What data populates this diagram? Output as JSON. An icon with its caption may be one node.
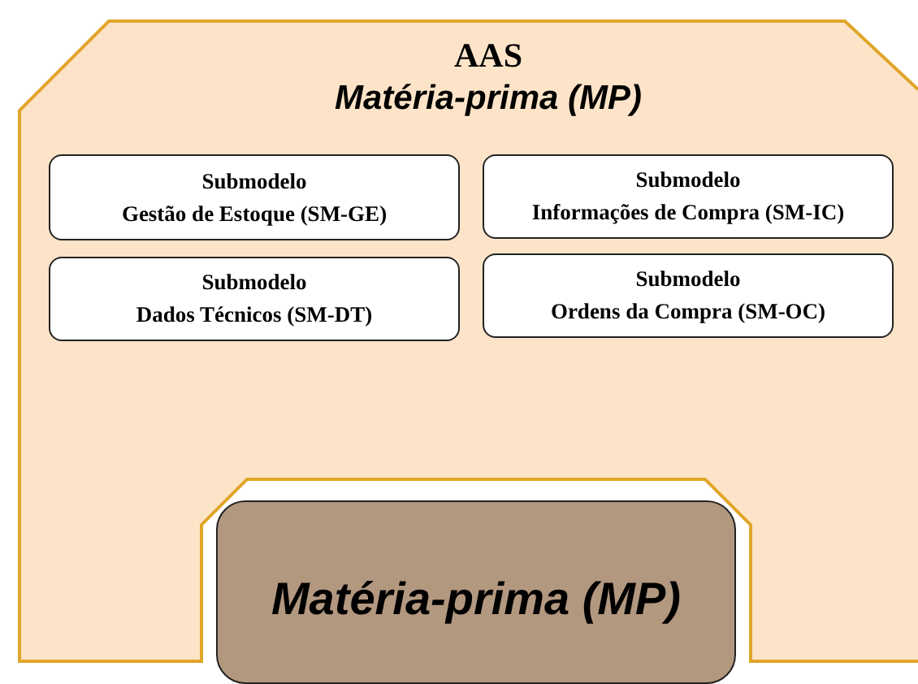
{
  "diagram": {
    "nodes": [
      {
        "text": [
          "AAS",
          "Matéria-prima (MP)"
        ]
      },
      {
        "text": [
          "Submodelo",
          "Gestão de Estoque (SM-GE)"
        ],
        "in": 0
      },
      {
        "text": [
          "Submodelo",
          "Informações de Compra (SM-IC)"
        ],
        "in": 0
      },
      {
        "text": [
          "Submodelo",
          "Dados Técnicos (SM-DT)"
        ],
        "in": 0
      },
      {
        "text": [
          "Submodelo",
          "Ordens da Compra (SM-OC)"
        ],
        "in": 0
      },
      {
        "text": [
          "Matéria-prima (MP)"
        ]
      }
    ]
  }
}
